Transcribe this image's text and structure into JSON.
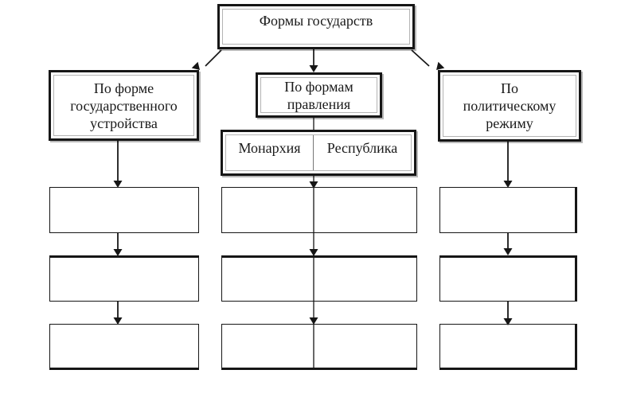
{
  "diagram": {
    "root": {
      "label": "Формы государств"
    },
    "branches": [
      {
        "id": "state-structure",
        "label": "По форме\nгосударственного\nустройства",
        "empty_rows": 3
      },
      {
        "id": "forms-of-government",
        "label": "По формам\nправления",
        "cells": [
          "Монархия",
          "Республика"
        ],
        "empty_rows": 3
      },
      {
        "id": "political-regime",
        "label": "По\nполитическому\nрежиму",
        "empty_rows": 3
      }
    ],
    "colors": {
      "box_border": "#161616",
      "inner_border": "#b4b4b4",
      "cell_divider": "#777777",
      "arrow": "#161616",
      "text": "#1a1a1a",
      "background": "#ffffff"
    }
  }
}
